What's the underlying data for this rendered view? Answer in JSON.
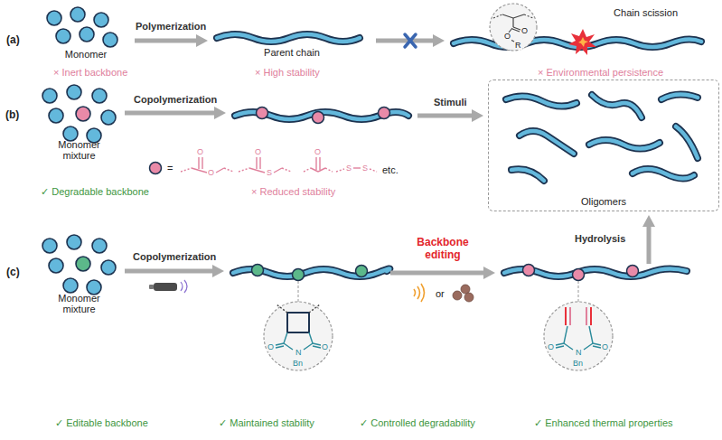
{
  "diagram": {
    "nodes": [
      {
        "text": [
          "Monomer"
        ]
      },
      {
        "text": [
          "Parent chain"
        ]
      },
      {
        "text": [
          "Chain scission"
        ]
      },
      {
        "text": [
          "Monomer mixture"
        ]
      },
      {
        "text": [
          "Oligomers"
        ]
      },
      {
        "text": [
          "Monomer mixture"
        ]
      }
    ],
    "edges": [
      {
        "from": 0,
        "to": 1,
        "arrow": "to",
        "label": "Polymerization"
      },
      {
        "from": 1,
        "to": 2,
        "arrow": "to"
      }
    ],
    "labels": [
      "(a)",
      "O",
      "O",
      "R",
      "× Inert backbone",
      "× High stability",
      "× Environmental persistence",
      "(b)",
      "Copolymerization",
      "Stimuli",
      "=",
      "O",
      "O",
      "O",
      "S",
      "O",
      "S",
      "S",
      "etc.",
      "✓ Degradable backbone",
      "× Reduced stability",
      "(c)",
      "Copolymerization",
      "Backbone editing",
      "or",
      "Hydrolysis",
      "O",
      "N",
      "O",
      "Bn",
      "O",
      "N",
      "O",
      "Bn",
      "✓ Editable backbone",
      "✓ Maintained stability",
      "✓ Controlled degradability",
      "✓ Enhanced thermal properties"
    ]
  }
}
